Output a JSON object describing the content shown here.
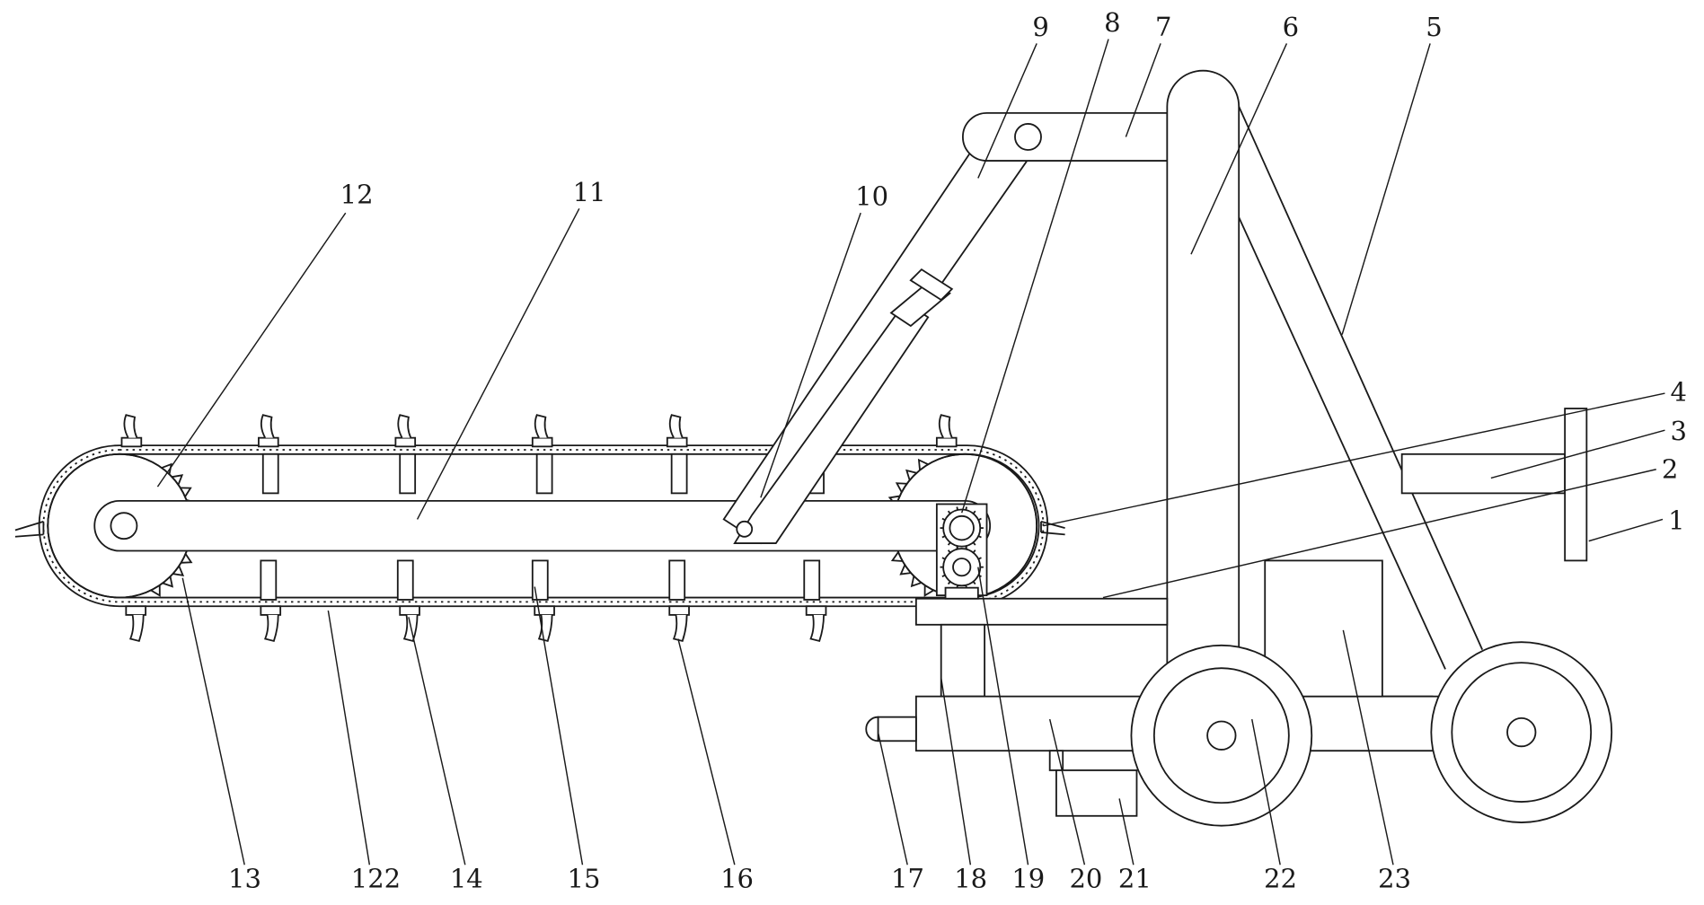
{
  "callouts": [
    {
      "id": "1",
      "text": "1"
    },
    {
      "id": "2",
      "text": "2"
    },
    {
      "id": "3",
      "text": "3"
    },
    {
      "id": "4",
      "text": "4"
    },
    {
      "id": "5",
      "text": "5"
    },
    {
      "id": "6",
      "text": "6"
    },
    {
      "id": "7",
      "text": "7"
    },
    {
      "id": "8",
      "text": "8"
    },
    {
      "id": "9",
      "text": "9"
    },
    {
      "id": "10",
      "text": "10"
    },
    {
      "id": "11",
      "text": "11"
    },
    {
      "id": "12",
      "text": "12"
    },
    {
      "id": "13",
      "text": "13"
    },
    {
      "id": "122",
      "text": "122"
    },
    {
      "id": "14",
      "text": "14"
    },
    {
      "id": "15",
      "text": "15"
    },
    {
      "id": "16",
      "text": "16"
    },
    {
      "id": "17",
      "text": "17"
    },
    {
      "id": "18",
      "text": "18"
    },
    {
      "id": "19",
      "text": "19"
    },
    {
      "id": "20",
      "text": "20"
    },
    {
      "id": "21",
      "text": "21"
    },
    {
      "id": "22",
      "text": "22"
    },
    {
      "id": "23",
      "text": "23"
    }
  ]
}
